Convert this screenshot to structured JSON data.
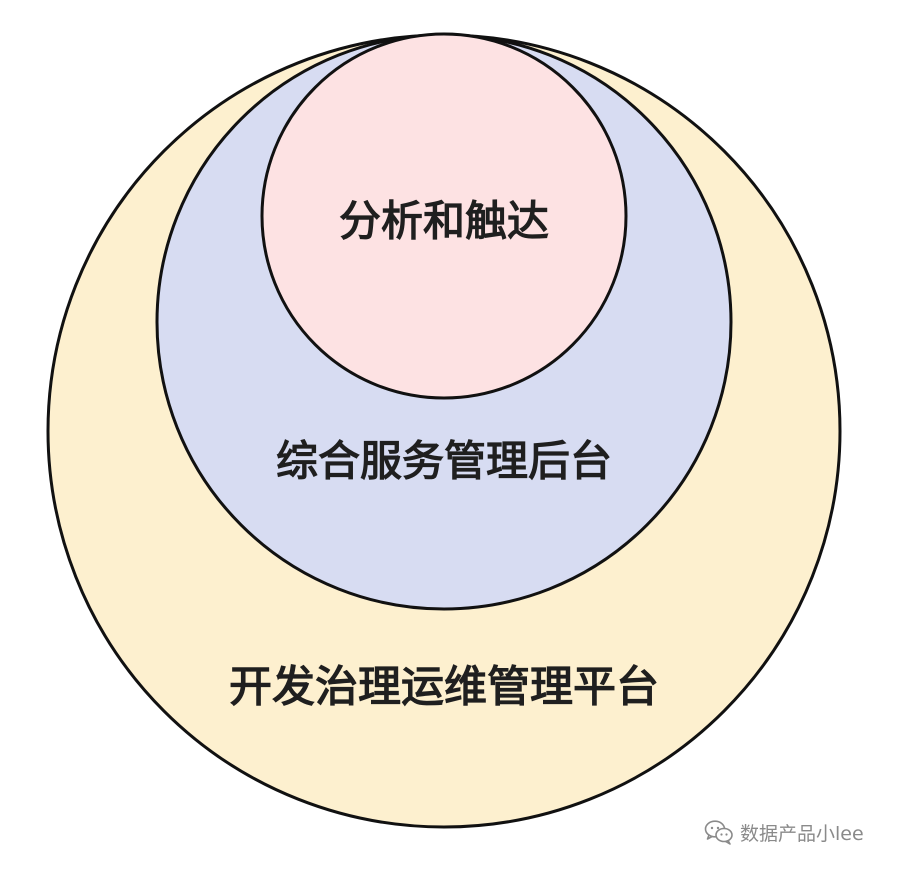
{
  "diagram": {
    "outer_circle": {
      "label": "开发治理运维管理平台",
      "fill": "#FDF0CF",
      "stroke": "#111111"
    },
    "middle_circle": {
      "label": "综合服务管理后台",
      "fill": "#D7DCF2",
      "stroke": "#111111"
    },
    "inner_circle": {
      "label": "分析和触达",
      "fill": "#FDE2E3",
      "stroke": "#111111"
    }
  },
  "watermark": {
    "icon": "wechat-icon",
    "text": "数据产品小lee"
  }
}
